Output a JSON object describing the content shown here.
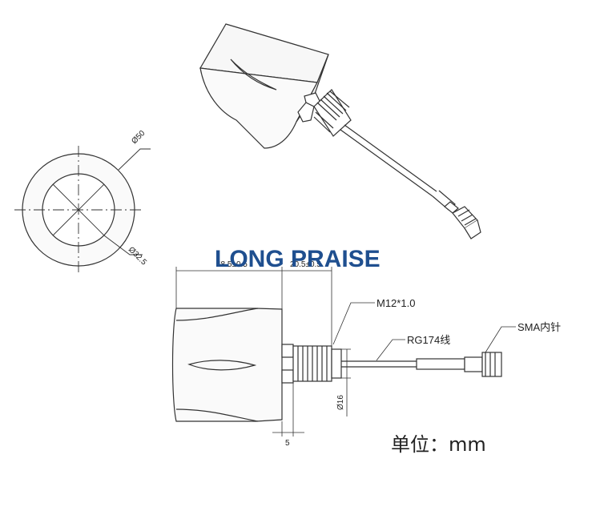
{
  "brand": {
    "text": "LONG PRAISE",
    "color": "#1f4f8f"
  },
  "dimensions": {
    "outer_diameter": "Ø50",
    "inner_diameter": "Ø32.5",
    "body_length": "48.5±0.5",
    "thread_length": "20.5±0.5",
    "thread_diameter": "Ø16",
    "nut_offset": "5"
  },
  "callouts": {
    "thread": "M12*1.0",
    "cable": "RG174线",
    "connector": "SMA内针"
  },
  "unit_label": "单位：mm",
  "line_color": "#333333"
}
